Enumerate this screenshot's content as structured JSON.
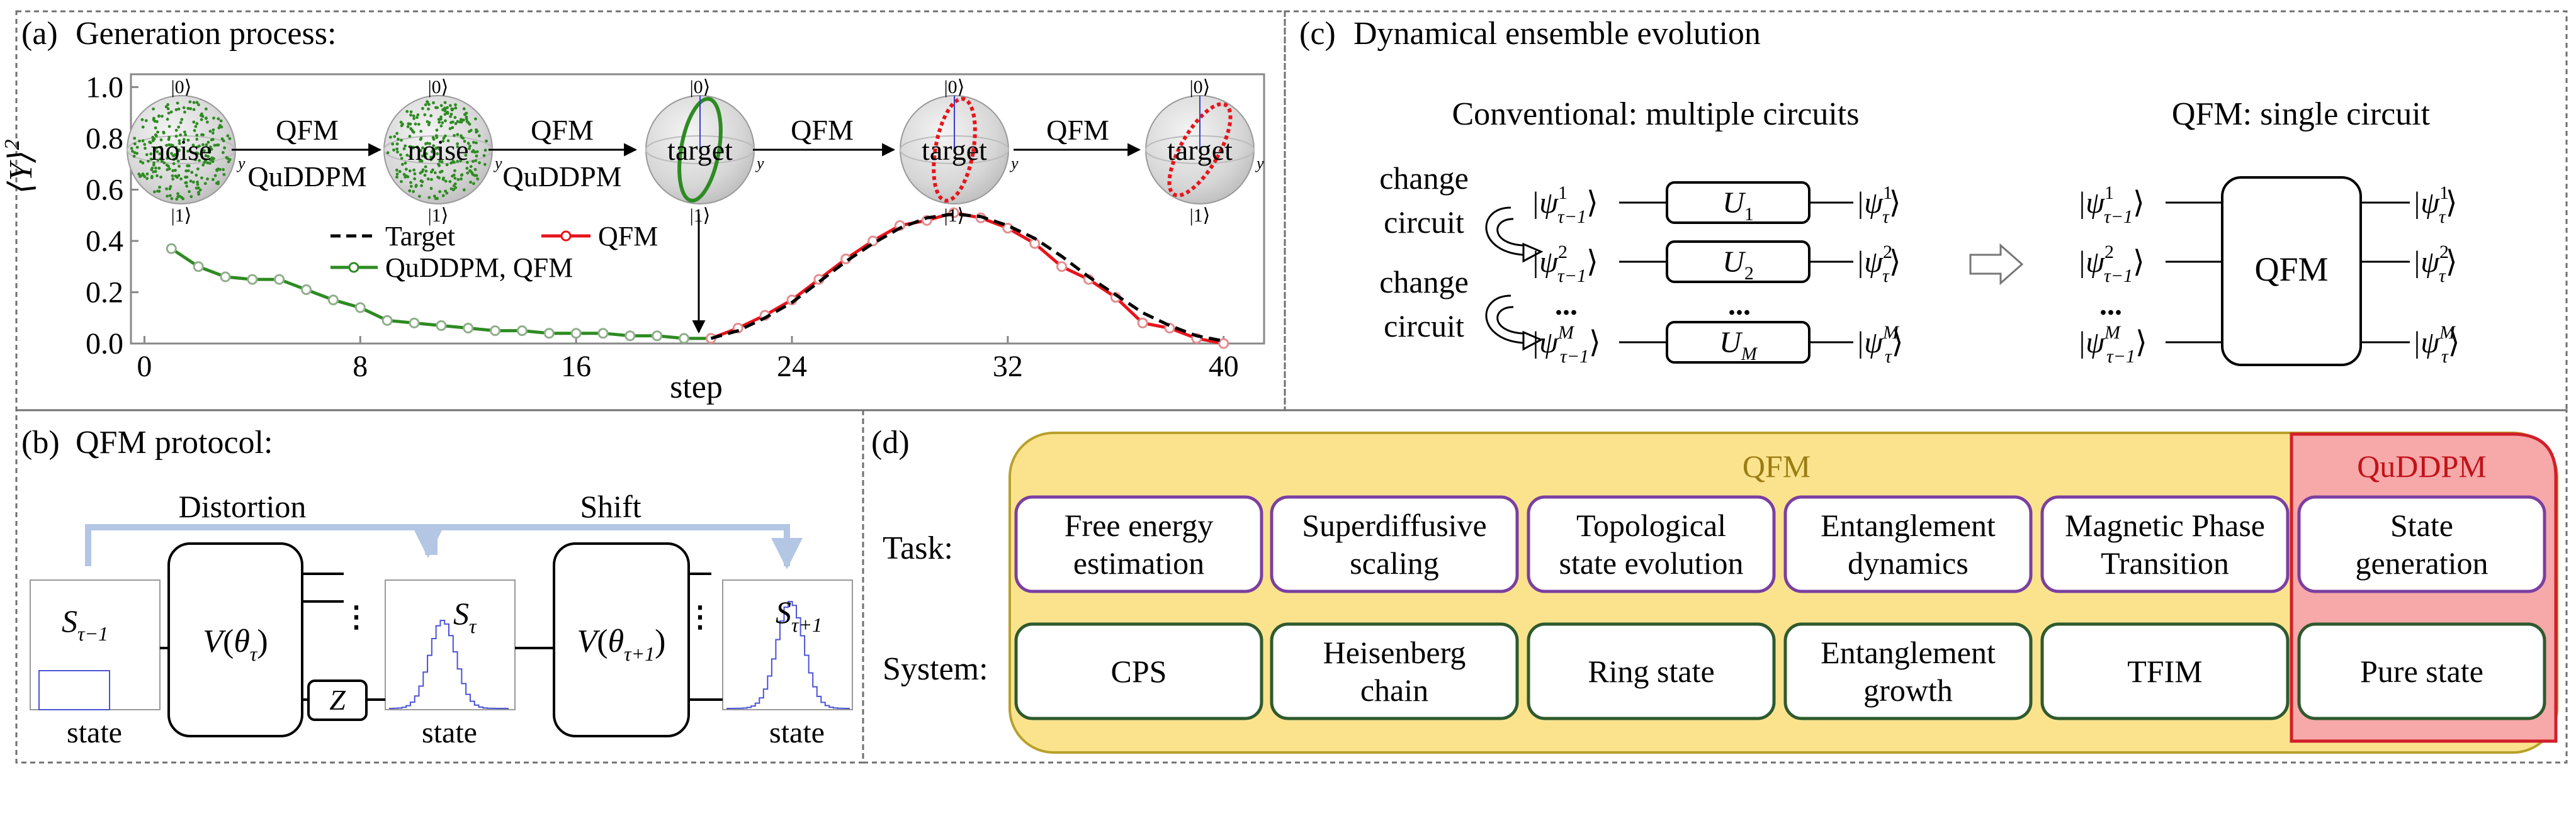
{
  "panel_a": {
    "tag": "(a)",
    "title": "Generation process:",
    "ylabel_main": "⟨Y⟩",
    "ylabel_sup": "2",
    "xlabel": "step",
    "arrow_labels_top": [
      "QFM",
      "QFM",
      "QFM",
      "QFM"
    ],
    "arrow_labels_bottom": [
      "QuDDPM",
      "QuDDPM"
    ],
    "sphere_labels": [
      "noise",
      "noise",
      "target",
      "target",
      "target"
    ],
    "ket0": "|0⟩",
    "ket1": "|1⟩",
    "axis_y": "y",
    "legend": [
      "Target",
      "QFM",
      "QuDDPM, QFM"
    ],
    "colors": {
      "target": "#000000",
      "qfm": "#e8141b",
      "quddpm": "#2e8b22",
      "markers": "#9aa39a"
    }
  },
  "chart_data": {
    "type": "line",
    "xlim": [
      -0.5,
      41.5
    ],
    "ylim": [
      0,
      1.05
    ],
    "xticks": [
      "0",
      "8",
      "16",
      "24",
      "32",
      "40"
    ],
    "yticks": [
      "0.0",
      "0.2",
      "0.4",
      "0.6",
      "0.8",
      "1.0"
    ],
    "grid": false,
    "legend_position": "center",
    "series": [
      {
        "name": "Target",
        "style": "dashed",
        "x": [
          21,
          22,
          23,
          24,
          25,
          26,
          27,
          28,
          29,
          30,
          31,
          32,
          33,
          34,
          35,
          36,
          37,
          38,
          39,
          40
        ],
        "y": [
          0.02,
          0.05,
          0.1,
          0.16,
          0.24,
          0.32,
          0.39,
          0.45,
          0.49,
          0.505,
          0.495,
          0.46,
          0.41,
          0.34,
          0.26,
          0.19,
          0.12,
          0.07,
          0.03,
          0.01
        ]
      },
      {
        "name": "QFM",
        "style": "solid-markers",
        "x": [
          21,
          22,
          23,
          24,
          25,
          26,
          27,
          28,
          29,
          30,
          31,
          32,
          33,
          34,
          35,
          36,
          37,
          38,
          39,
          40
        ],
        "y": [
          0.02,
          0.06,
          0.11,
          0.17,
          0.25,
          0.33,
          0.4,
          0.46,
          0.48,
          0.51,
          0.49,
          0.45,
          0.39,
          0.3,
          0.25,
          0.18,
          0.08,
          0.06,
          0.02,
          0.0
        ]
      },
      {
        "name": "QuDDPM, QFM",
        "style": "solid-markers",
        "x": [
          1,
          2,
          3,
          4,
          5,
          6,
          7,
          8,
          9,
          10,
          11,
          12,
          13,
          14,
          15,
          16,
          17,
          18,
          19,
          20,
          21
        ],
        "y": [
          0.37,
          0.3,
          0.26,
          0.25,
          0.25,
          0.21,
          0.17,
          0.14,
          0.09,
          0.08,
          0.07,
          0.06,
          0.05,
          0.05,
          0.04,
          0.04,
          0.04,
          0.03,
          0.03,
          0.02,
          0.02
        ]
      }
    ]
  },
  "panel_b": {
    "tag": "(b)",
    "title": "QFM protocol:",
    "distortion": "Distortion",
    "shift": "Shift",
    "state_label": "state",
    "s_prev": "S",
    "s_prev_sub": "τ−1",
    "s_cur": "S",
    "s_cur_sub": "τ",
    "s_next": "S",
    "s_next_sub": "τ+1",
    "v1_text": "V",
    "v1_arg": "θ",
    "v1_sub": "τ",
    "v2_text": "V",
    "v2_arg": "θ",
    "v2_sub": "τ+1",
    "z_gate": "Z",
    "colors": {
      "arrow": "#b3c6e3",
      "hist": "#4a52d6"
    }
  },
  "panel_c": {
    "tag": "(c)",
    "title": "Dynamical ensemble evolution",
    "conventional_title": "Conventional: multiple circuits",
    "qfm_title": "QFM: single circuit",
    "change_circuit_1": [
      "change",
      "circuit"
    ],
    "change_circuit_2": [
      "change",
      "circuit"
    ],
    "gates": [
      "U",
      "U",
      "U"
    ],
    "gate_subs": [
      "1",
      "2",
      "M"
    ],
    "inputs": [
      "|ψ",
      "|ψ",
      "|ψ"
    ],
    "input_sup": [
      "1",
      "2",
      "M"
    ],
    "input_sub": "τ−1",
    "output_sub": "τ",
    "qfm_box": "QFM",
    "ellipsis": "..."
  },
  "panel_d": {
    "tag": "(d)",
    "qfm_header": "QFM",
    "quddpm_header": "QuDDPM",
    "task_label": "Task:",
    "system_label": "System:",
    "tasks": [
      [
        "Free energy",
        "estimation"
      ],
      [
        "Superdiffusive",
        "scaling"
      ],
      [
        "Topological",
        "state evolution"
      ],
      [
        "Entanglement",
        "dynamics"
      ],
      [
        "Magnetic Phase",
        "Transition"
      ],
      [
        "State",
        "generation"
      ]
    ],
    "systems": [
      [
        "CPS"
      ],
      [
        "Heisenberg",
        "chain"
      ],
      [
        "Ring state"
      ],
      [
        "Entanglement",
        "growth"
      ],
      [
        "TFIM"
      ],
      [
        "Pure state"
      ]
    ],
    "colors": {
      "qfm_bg": "#fbe38e",
      "qfm_border": "#b8a02a",
      "quddpm_bg": "#f7a8a8",
      "quddpm_border": "#d0202a",
      "task_border": "#7b3fa0",
      "system_border": "#2e5a2e"
    }
  }
}
